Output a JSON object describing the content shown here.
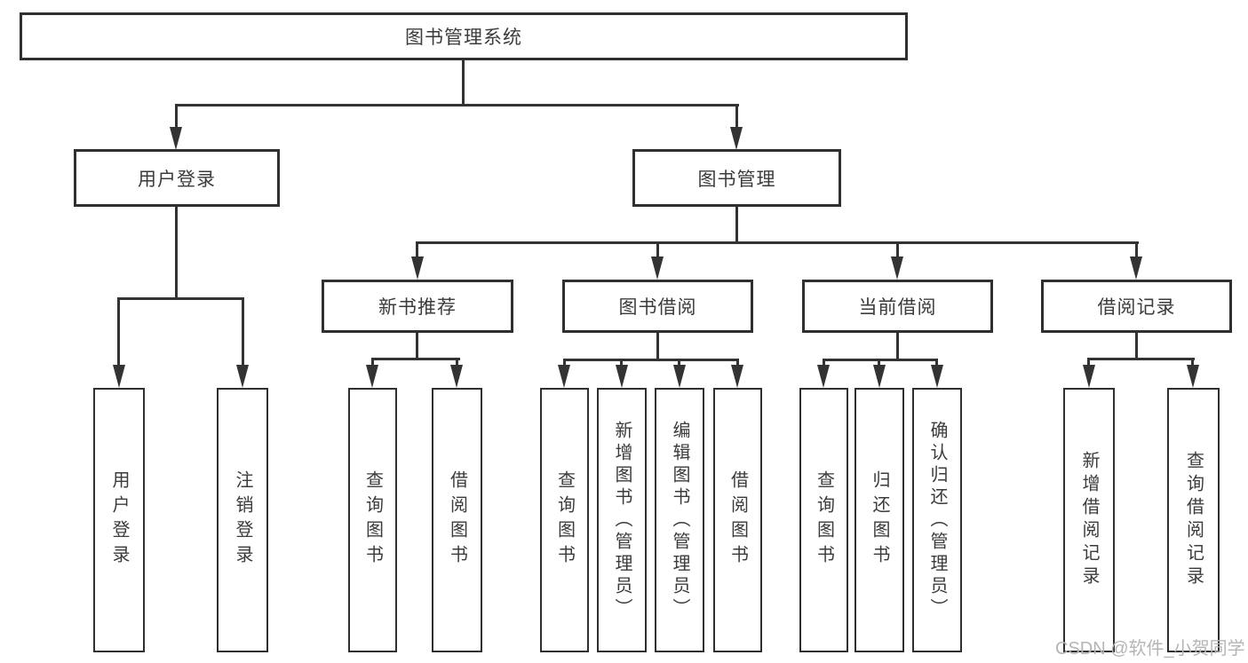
{
  "nodes": {
    "root": {
      "label": "图书管理系统"
    },
    "level2": [
      {
        "key": "user-login",
        "label": "用户登录"
      },
      {
        "key": "book-management",
        "label": "图书管理"
      }
    ],
    "level3": [
      {
        "key": "new-book-recommend",
        "label": "新书推荐",
        "parent": "图书管理"
      },
      {
        "key": "book-borrowing",
        "label": "图书借阅",
        "parent": "图书管理"
      },
      {
        "key": "current-borrowing",
        "label": "当前借阅",
        "parent": "图书管理"
      },
      {
        "key": "borrowing-records",
        "label": "借阅记录",
        "parent": "图书管理"
      }
    ],
    "leaves": {
      "user_login": [
        "用户登录",
        "注销登录"
      ],
      "new_book_recommend": [
        "查询图书",
        "借阅图书"
      ],
      "book_borrowing": [
        "查询图书",
        "新增图书（管理员）",
        "编辑图书（管理员）",
        "借阅图书"
      ],
      "current_borrowing": [
        "查询图书",
        "归还图书",
        "确认归还（管理员）"
      ],
      "borrowing_records": [
        "新增借阅记录",
        "查询借阅记录"
      ]
    }
  },
  "watermark": {
    "text": "CSDN @软件_小贺同学",
    "color": "#b5b5b5"
  },
  "colors": {
    "line": "#333333",
    "box_border": "#2f2f2f",
    "text": "#3b3b3b",
    "background": "#ffffff"
  }
}
